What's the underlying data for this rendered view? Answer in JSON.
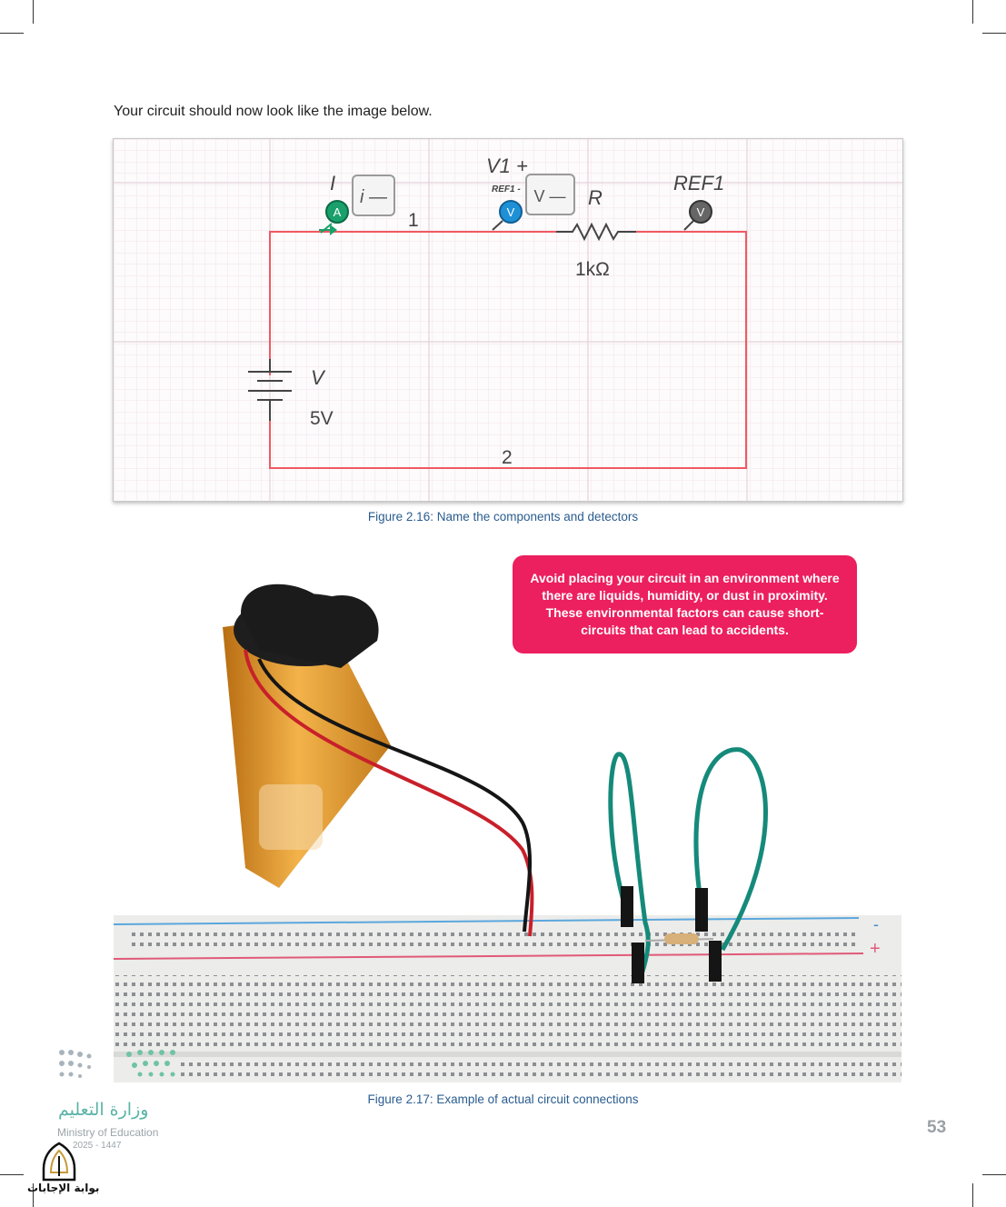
{
  "intro_text": "Your circuit should now look like the image below.",
  "figure1": {
    "caption": "Figure 2.16: Name the components and detectors",
    "labels": {
      "current_label": "I",
      "ammeter_box": "i —",
      "ammeter_badge": "A",
      "node1": "1",
      "node2": "2",
      "v1_label": "V1 +",
      "ref1_small": "REF1 -",
      "voltmeter_box": "V —",
      "voltmeter_badge": "V",
      "resistor_label": "R",
      "resistor_value": "1kΩ",
      "ref1_label": "REF1",
      "ref1_badge": "V",
      "source_label": "V",
      "source_value": "5V"
    },
    "colors": {
      "wire": "#f05a62",
      "ammeter": "#1aa06b",
      "voltmeter": "#1e90d6",
      "ref": "#555555"
    }
  },
  "warning_text": "Avoid placing your circuit in an environment where there are liquids, humidity, or dust in proximity. These environmental factors can cause short-circuits that can lead to accidents.",
  "figure2": {
    "caption": "Figure 2.17: Example of actual circuit connections",
    "rail_minus": "-",
    "rail_plus": "+"
  },
  "page_number": "53",
  "footer": {
    "ministry_ar": "وزارة التعليم",
    "ministry_en": "Ministry of Education",
    "year": "2025 - 1447",
    "portal": "بوابة الإجابات"
  }
}
